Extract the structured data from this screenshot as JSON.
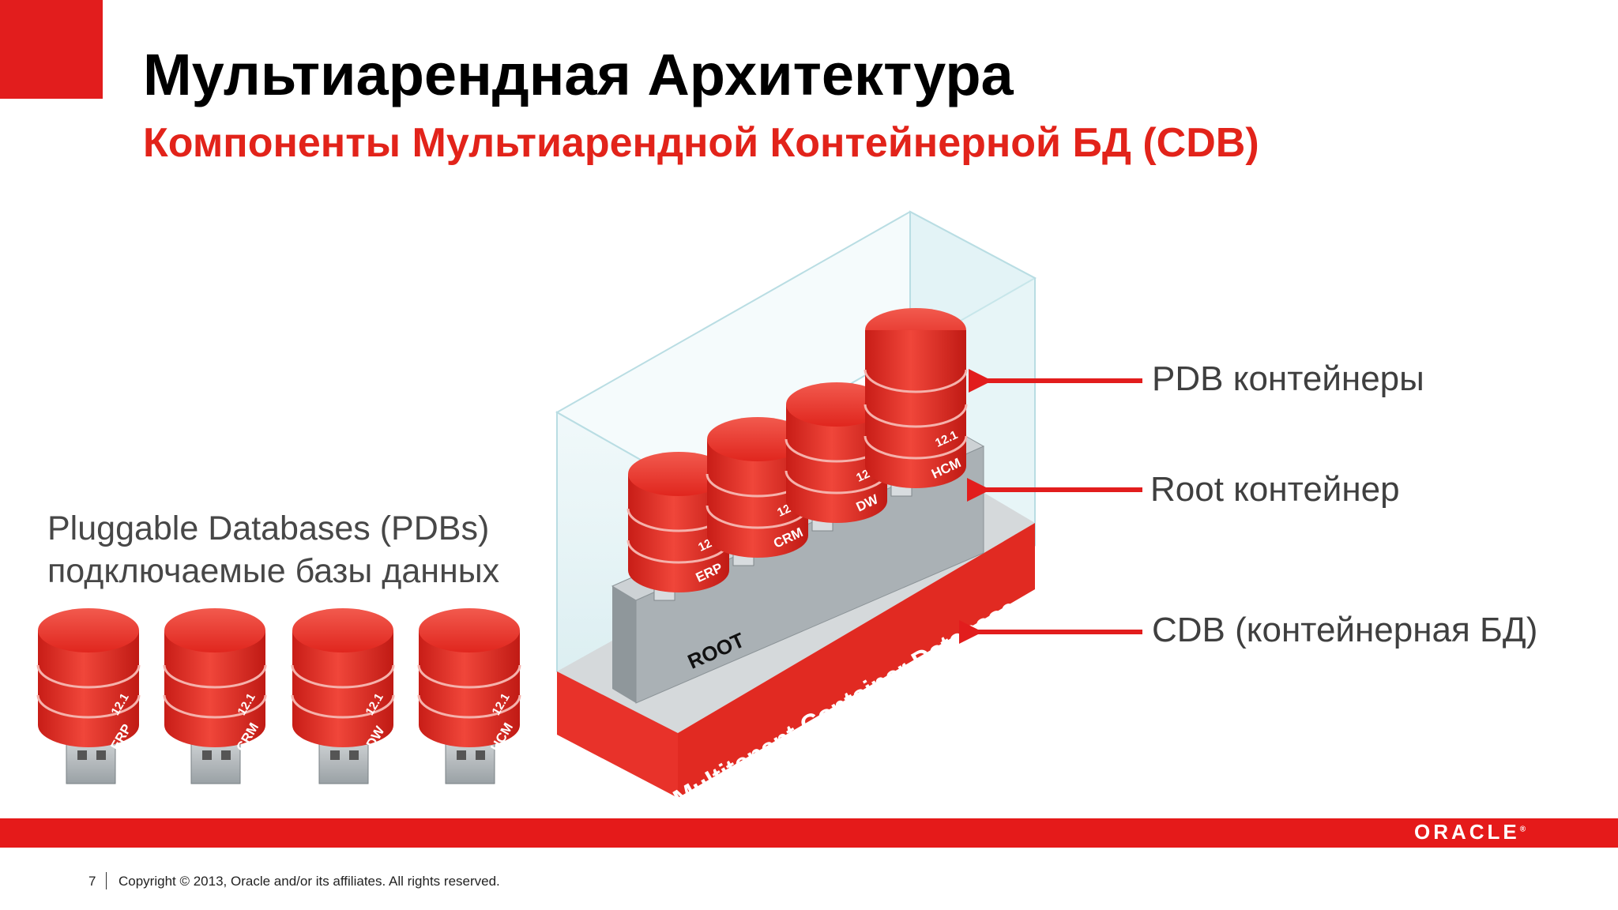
{
  "header": {
    "title": "Мультиарендная Архитектура",
    "subtitle": "Компоненты Мультиарендной Контейнерной БД (CDB)"
  },
  "diagram": {
    "version": "12.1",
    "pdbs": [
      "ERP",
      "CRM",
      "DW",
      "HCM"
    ],
    "root_label": "ROOT",
    "cdb_banner": "Multitenant Container Database",
    "annotations": {
      "pdb": "PDB контейнеры",
      "root": "Root контейнер",
      "cdb": "CDB (контейнерная БД)"
    },
    "left_caption": {
      "line1": "Pluggable Databases (PDBs)",
      "line2": "подключаемые базы данных"
    }
  },
  "footer": {
    "brand": "ORACLE",
    "page_number": "7",
    "copyright": "Copyright © 2013, Oracle and/or its affiliates. All rights reserved."
  },
  "colors": {
    "accent_red": "#e2231a",
    "cylinder_red": "#e8322a",
    "root_gray": "#a7aeb2"
  }
}
